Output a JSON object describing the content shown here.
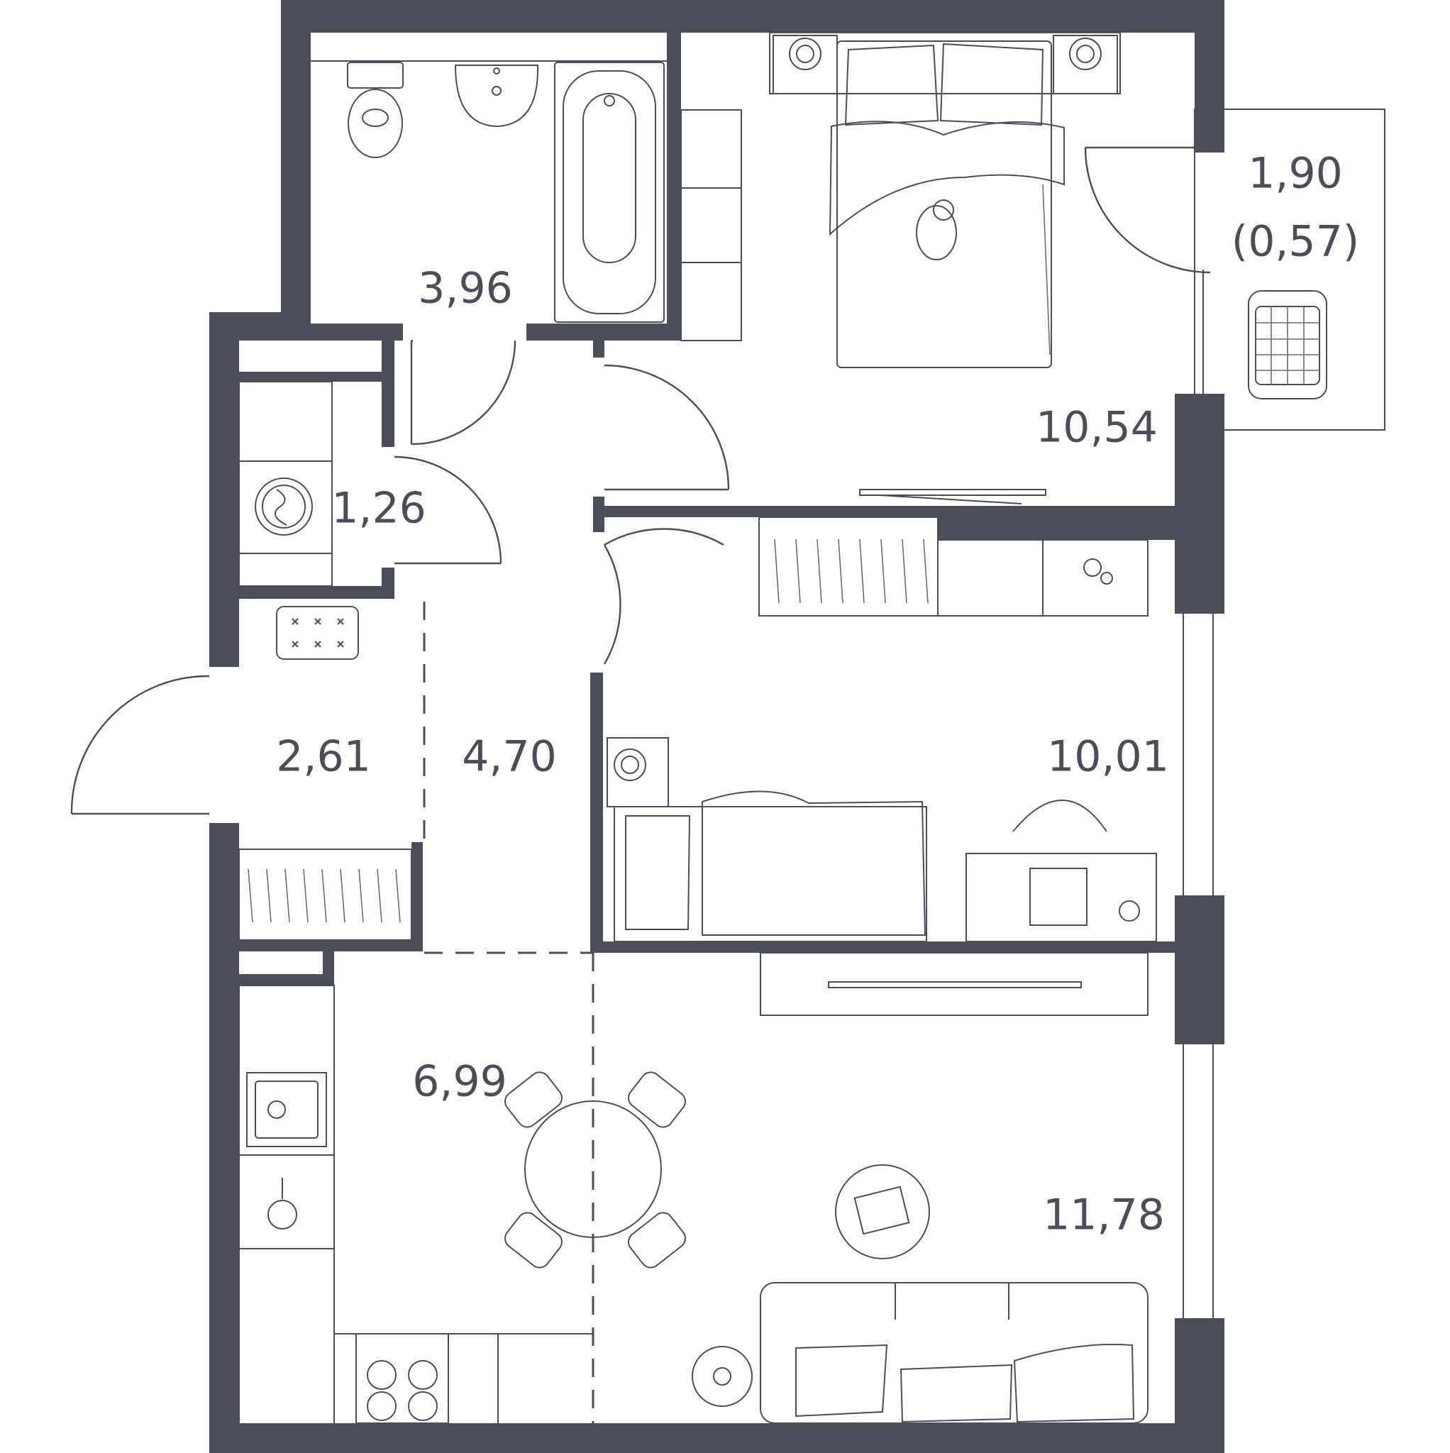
{
  "rooms": [
    {
      "id": "bathroom",
      "area": "3,96"
    },
    {
      "id": "bedroom",
      "area": "10,54"
    },
    {
      "id": "balcony",
      "area": "1,90",
      "area_reduced": "(0,57)"
    },
    {
      "id": "laundry",
      "area": "1,26"
    },
    {
      "id": "entrance",
      "area": "2,61"
    },
    {
      "id": "hallway",
      "area": "4,70"
    },
    {
      "id": "bedroom-2",
      "area": "10,01"
    },
    {
      "id": "kitchen",
      "area": "6,99"
    },
    {
      "id": "living-room",
      "area": "11,78"
    }
  ],
  "colors": {
    "wall": "#4b4e59",
    "line": "#4b4e59",
    "background": "#ffffff"
  }
}
